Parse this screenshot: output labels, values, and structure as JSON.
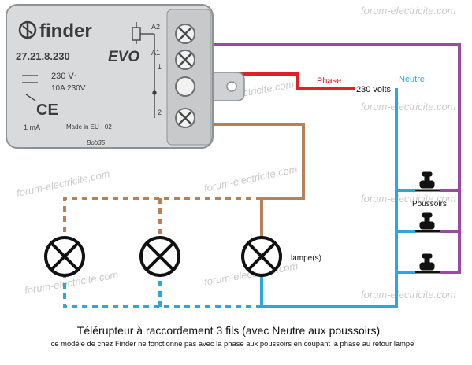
{
  "colors": {
    "phase": "#e0202a",
    "neutral": "#2aa7e0",
    "return_wire": "#b98055",
    "push_wire": "#9b4aa3",
    "device_body": "#d9dadc",
    "lamp": "#111111"
  },
  "device": {
    "brand": "finder",
    "model": "27.21.8.230",
    "series": "EVO",
    "rating_voltage": "230 V~",
    "rating_current": "10A 230V",
    "made_in": "Made in EU - 02",
    "terminal_a2": "A2",
    "terminal_a1": "A1",
    "terminal_1": "1",
    "terminal_2": "2",
    "current_label": "1 mA",
    "serial": "Bob35"
  },
  "labels": {
    "phase": "Phase",
    "voltage": "230 volts",
    "neutral": "Neutre",
    "push_buttons": "Poussoirs",
    "lamps": "lampe(s)"
  },
  "caption": {
    "title": "Télérupteur à raccordement 3 fils (avec Neutre aux poussoirs)",
    "note": "ce modèle de chez Finder ne  fonctionne pas avec la phase aux poussoirs en coupant la phase au retour lampe"
  },
  "watermark": "forum-electricite.com"
}
